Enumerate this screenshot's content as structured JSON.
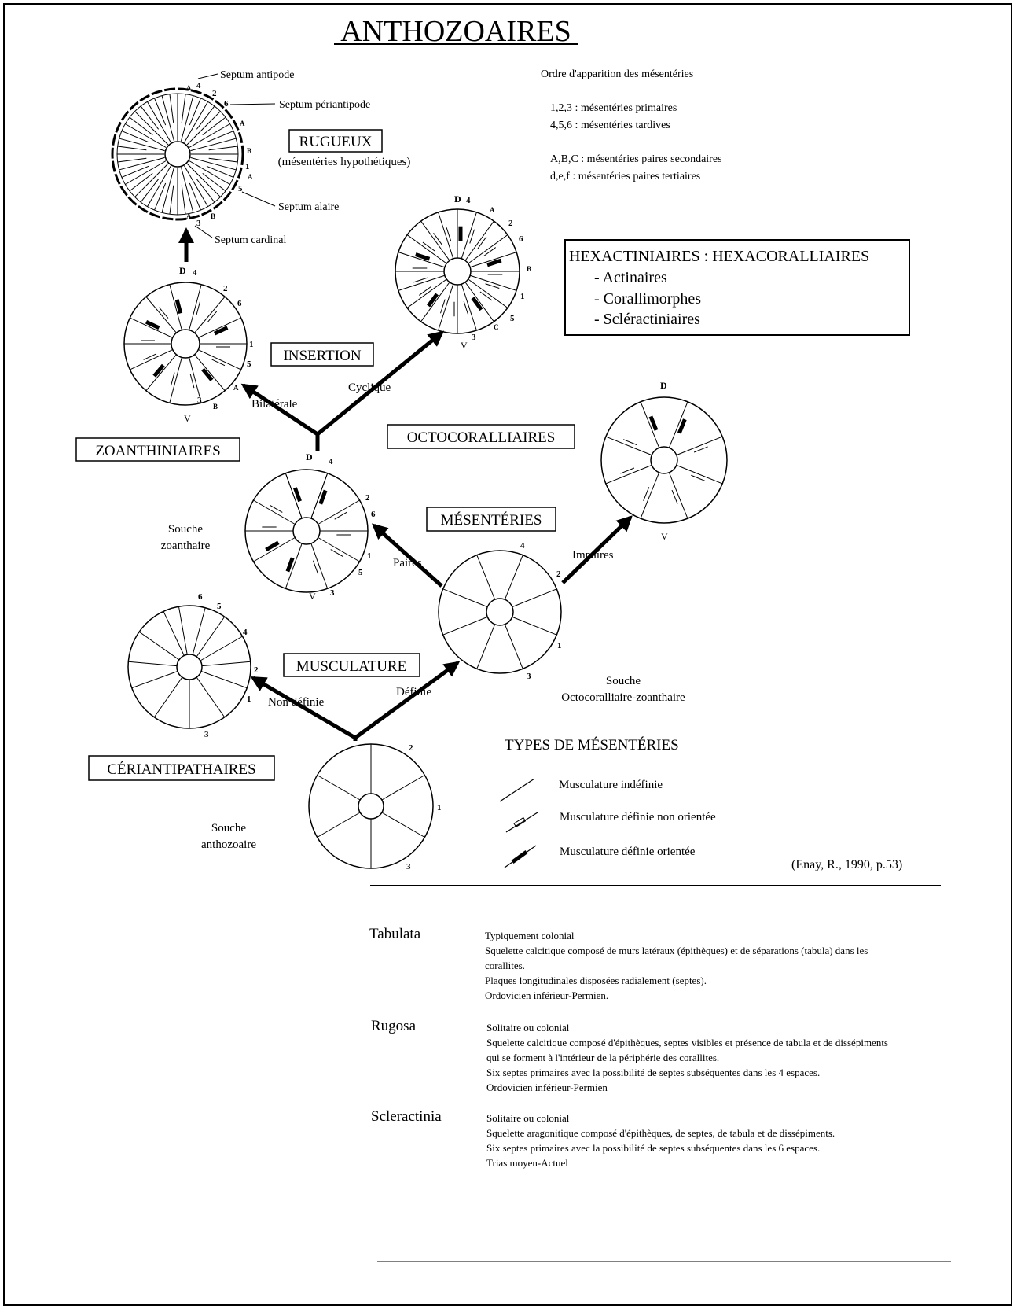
{
  "title": "ANTHOZOAIRES",
  "legend_order": {
    "heading": "Ordre d'apparition des mésentéries",
    "lines": [
      "1,2,3 : mésentéries primaires",
      "4,5,6 : mésentéries tardives",
      "A,B,C : mésentéries paires secondaires",
      "d,e,f : mésentéries paires tertiaires"
    ]
  },
  "rugueux": {
    "label": "RUGUEUX",
    "sublabel": "(mésentéries hypothétiques)",
    "callouts": [
      "Septum antipode",
      "Septum périantipode",
      "Septum alaire",
      "Septum cardinal"
    ]
  },
  "hexa_box": {
    "title": "HEXACTINIAIRES : HEXACORALLIAIRES",
    "items": [
      "- Actinaires",
      "- Corallimorphes",
      "- Scléractiniaires"
    ]
  },
  "boxes": {
    "insertion": "INSERTION",
    "zoanthiniaires": "ZOANTHINIAIRES",
    "octocoralliaires": "OCTOCORALLIAIRES",
    "mesenteries": "MÉSENTÉRIES",
    "musculature": "MUSCULATURE",
    "ceriantipathaires": "CÉRIANTIPATHAIRES"
  },
  "branches": {
    "cyclique": "Cyclique",
    "bilaterale": "Bilatérale",
    "paires": "Paires",
    "impaires": "Impaires",
    "non_definie": "Non définie",
    "definie": "Définie"
  },
  "souches": {
    "zoanthaire": [
      "Souche",
      "zoanthaire"
    ],
    "octo": [
      "Souche",
      "Octocoralliaire-zoanthaire"
    ],
    "anthozoaire": [
      "Souche",
      "anthozoaire"
    ]
  },
  "types": {
    "heading": "TYPES DE MÉSENTÉRIES",
    "items": [
      "Musculature indéfinie",
      "Musculature définie non orientée",
      "Musculature définie orientée"
    ]
  },
  "citation": "(Enay, R., 1990, p.53)",
  "descriptions": [
    {
      "name": "Tabulata",
      "lines": [
        "Typiquement colonial",
        "Squelette calcitique composé de murs latéraux (épithèques) et de séparations (tabula) dans les",
        "corallites.",
        "Plaques longitudinales disposées radialement (septes).",
        "Ordovicien inférieur-Permien."
      ]
    },
    {
      "name": "Rugosa",
      "lines": [
        "Solitaire ou colonial",
        "Squelette calcitique composé d'épithèques, septes visibles et présence de tabula et de dissépiments",
        "qui se forment à l'intérieur de la périphérie des corallites.",
        "Six septes primaires avec la possibilité de septes subséquentes dans les 4 espaces.",
        "Ordovicien inférieur-Permien"
      ]
    },
    {
      "name": "Scleractinia",
      "lines": [
        "Solitaire ou colonial",
        "Squelette aragonitique composé d'épithèques, de septes, de tabula et de dissépiments.",
        "Six septes primaires avec la possibilité de septes subséquentes dans les 6 espaces.",
        "Trias moyen-Actuel"
      ]
    }
  ]
}
